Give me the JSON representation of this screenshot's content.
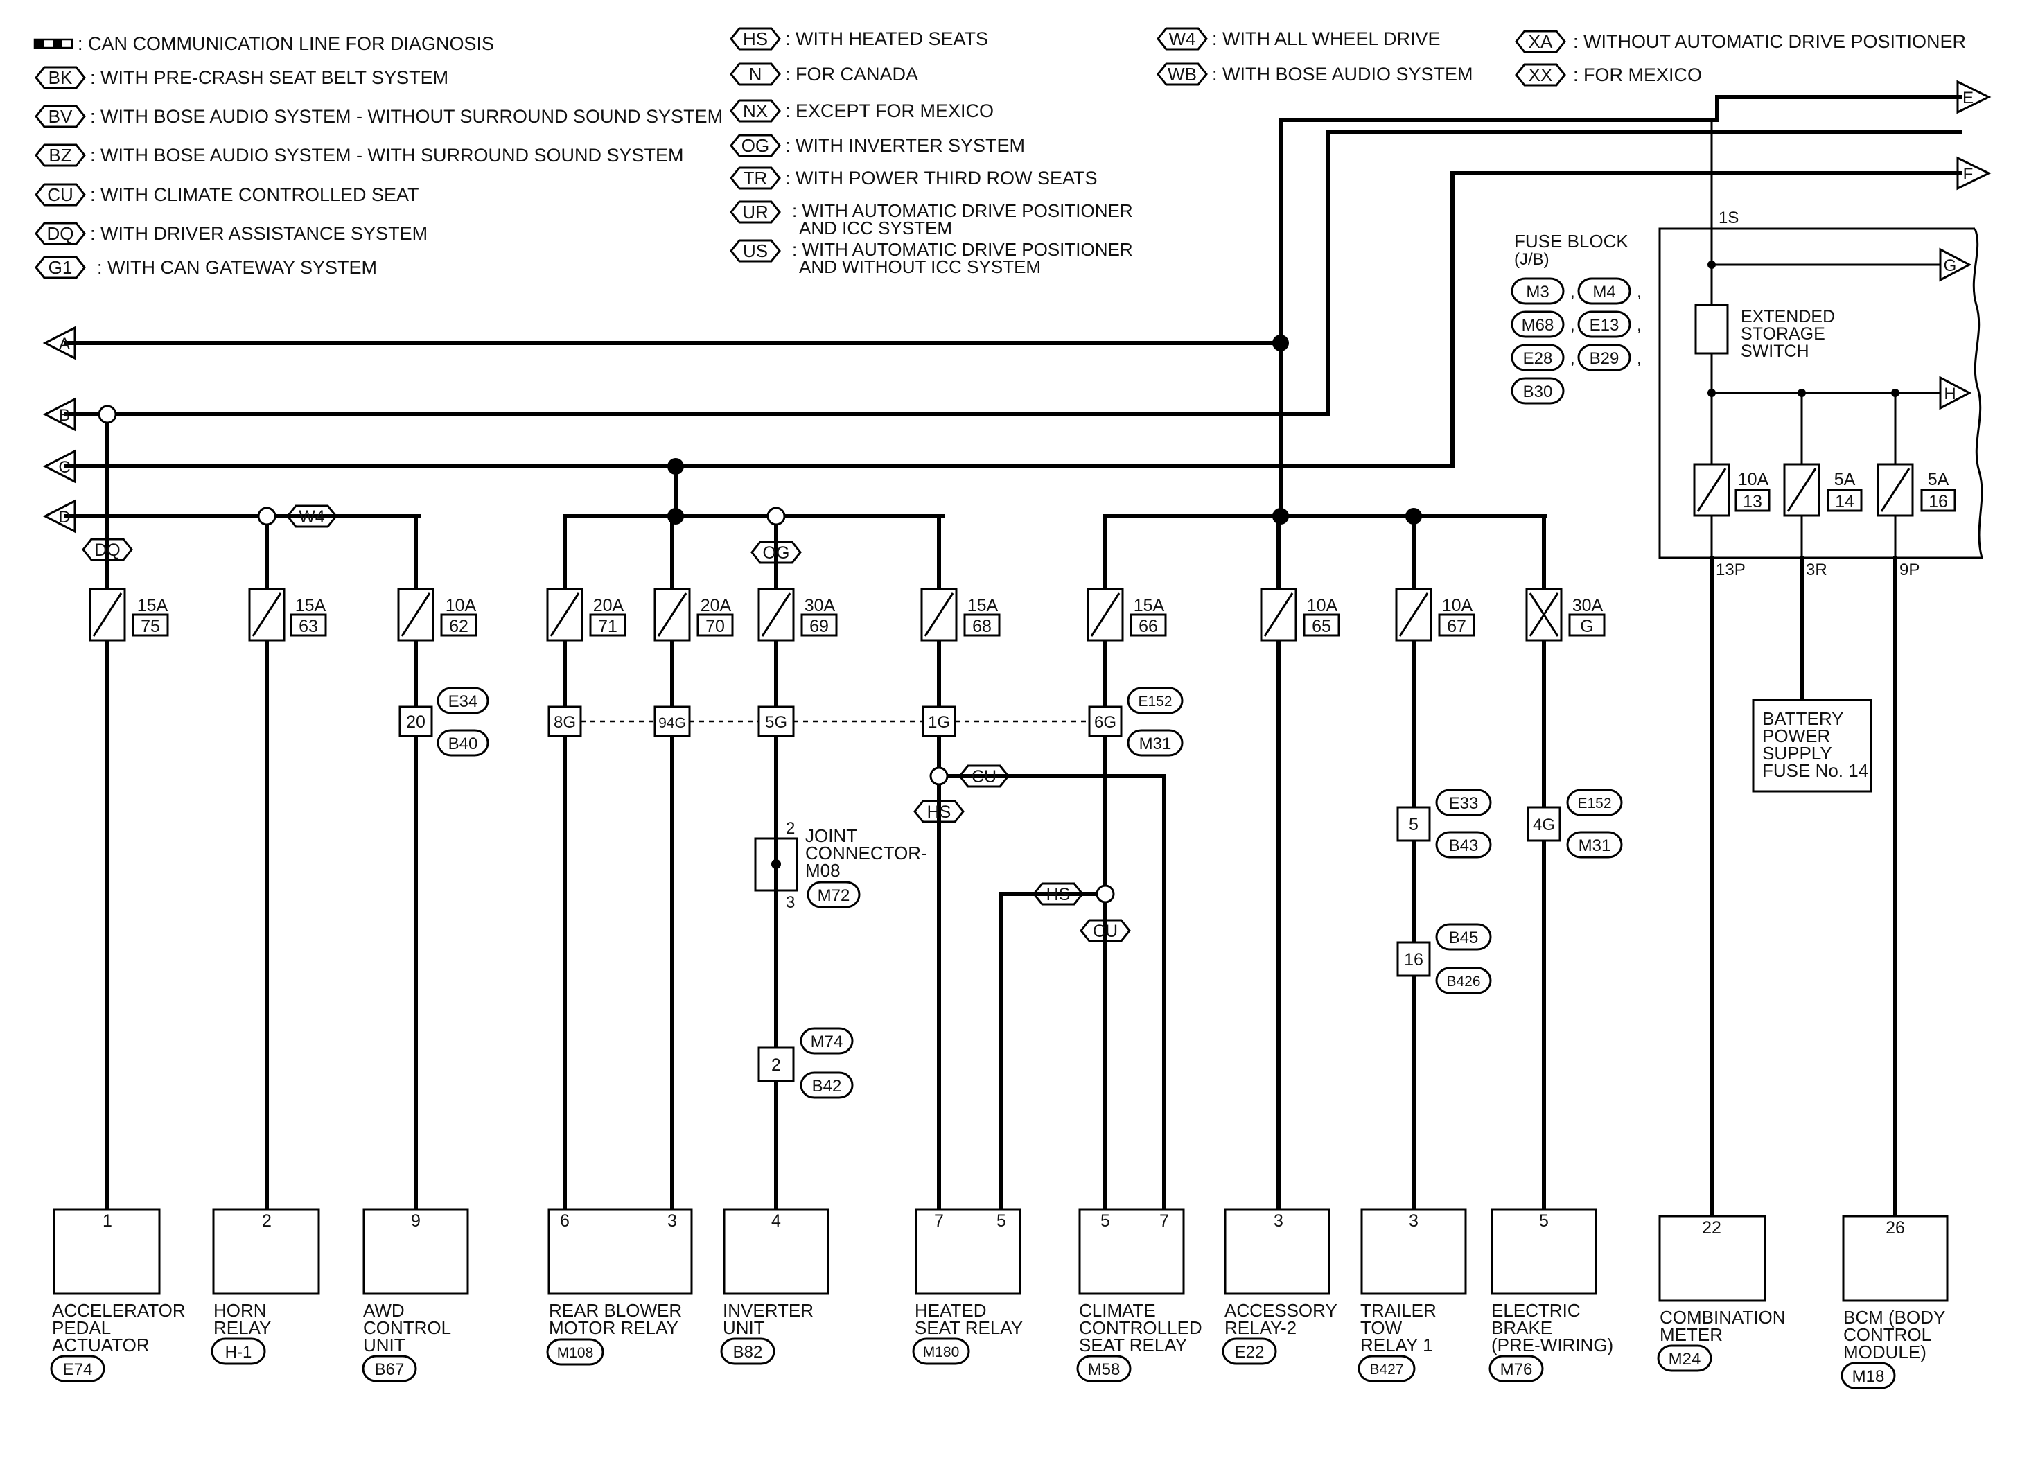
{
  "legend": [
    {
      "code": "",
      "text": ": CAN COMMUNICATION LINE FOR DIAGNOSIS"
    },
    {
      "code": "BK",
      "text": ": WITH PRE-CRASH SEAT BELT SYSTEM"
    },
    {
      "code": "BV",
      "text": ": WITH BOSE AUDIO SYSTEM - WITHOUT SURROUND SOUND SYSTEM"
    },
    {
      "code": "BZ",
      "text": ": WITH BOSE AUDIO SYSTEM - WITH SURROUND SOUND SYSTEM"
    },
    {
      "code": "CU",
      "text": ": WITH CLIMATE CONTROLLED SEAT"
    },
    {
      "code": "DQ",
      "text": ": WITH DRIVER ASSISTANCE SYSTEM"
    },
    {
      "code": "G1",
      "text": ": WITH CAN GATEWAY SYSTEM"
    },
    {
      "code": "HS",
      "text": ": WITH HEATED SEATS"
    },
    {
      "code": "N",
      "text": ": FOR CANADA"
    },
    {
      "code": "NX",
      "text": ": EXCEPT FOR MEXICO"
    },
    {
      "code": "OG",
      "text": ": WITH INVERTER SYSTEM"
    },
    {
      "code": "TR",
      "text": ": WITH POWER THIRD ROW SEATS"
    },
    {
      "code": "UR",
      "text": ": WITH AUTOMATIC DRIVE POSITIONER",
      "text2": "AND ICC SYSTEM"
    },
    {
      "code": "US",
      "text": ": WITH AUTOMATIC DRIVE POSITIONER",
      "text2": "AND WITHOUT ICC SYSTEM"
    },
    {
      "code": "W4",
      "text": ": WITH ALL WHEEL DRIVE"
    },
    {
      "code": "WB",
      "text": ": WITH BOSE AUDIO SYSTEM"
    },
    {
      "code": "XA",
      "text": ": WITHOUT AUTOMATIC DRIVE POSITIONER"
    },
    {
      "code": "XX",
      "text": ": FOR MEXICO"
    }
  ],
  "bus": {
    "A": "A",
    "B": "B",
    "C": "C",
    "D": "D",
    "E": "E",
    "F": "F",
    "G": "G",
    "H": "H"
  },
  "option_tags": {
    "dq": "DQ",
    "w4": "W4",
    "og": "OG",
    "cu1": "CU",
    "hs1": "HS",
    "hs2": "HS",
    "cu2": "CU"
  },
  "fuses": [
    {
      "amp": "15A",
      "num": "75"
    },
    {
      "amp": "15A",
      "num": "63"
    },
    {
      "amp": "10A",
      "num": "62"
    },
    {
      "amp": "20A",
      "num": "71"
    },
    {
      "amp": "20A",
      "num": "70"
    },
    {
      "amp": "30A",
      "num": "69"
    },
    {
      "amp": "15A",
      "num": "68"
    },
    {
      "amp": "15A",
      "num": "66"
    },
    {
      "amp": "10A",
      "num": "65"
    },
    {
      "amp": "10A",
      "num": "67"
    },
    {
      "amp": "30A",
      "num": "G"
    },
    {
      "amp": "10A",
      "num": "13"
    },
    {
      "amp": "5A",
      "num": "14"
    },
    {
      "amp": "5A",
      "num": "16"
    }
  ],
  "fuse_block": {
    "title": "FUSE BLOCK",
    "subtitle": "(J/B)",
    "connectors": [
      "M3",
      "M4",
      "M68",
      "E13",
      "E28",
      "B29",
      "B30"
    ],
    "switch_lines": [
      "EXTENDED",
      "STORAGE",
      "SWITCH"
    ],
    "terminals": {
      "in": "1S",
      "out1": "13P",
      "out2": "3R",
      "out3": "9P"
    }
  },
  "inline_connectors": {
    "c1": {
      "pin": "20",
      "top": "E34",
      "bottom": "B40"
    },
    "c2": {
      "pin": "8G"
    },
    "c3": {
      "pin": "94G"
    },
    "c4": {
      "pin": "5G"
    },
    "c5": {
      "pin": "1G"
    },
    "c6": {
      "pin": "6G",
      "top": "E152",
      "bottom": "M31"
    },
    "c7": {
      "pin": "5",
      "top": "E33",
      "bottom": "B43"
    },
    "c8": {
      "pin": "16",
      "top": "B45",
      "bottom": "B426"
    },
    "c9": {
      "pin": "4G",
      "top": "E152",
      "bottom": "M31"
    },
    "c10": {
      "pin": "2",
      "top": "M74",
      "bottom": "B42"
    }
  },
  "joint_connector": {
    "lines": [
      "JOINT",
      "CONNECTOR-",
      "M08"
    ],
    "connector": "M72",
    "pin_top": "2",
    "pin_bottom": "3"
  },
  "battery_box": [
    "BATTERY",
    "POWER",
    "SUPPLY",
    "FUSE No. 14"
  ],
  "components": [
    {
      "pins": [
        "1"
      ],
      "lines": [
        "ACCELERATOR",
        "PEDAL",
        "ACTUATOR"
      ],
      "connector": "E74"
    },
    {
      "pins": [
        "2"
      ],
      "lines": [
        "HORN",
        "RELAY"
      ],
      "connector": "H-1"
    },
    {
      "pins": [
        "9"
      ],
      "lines": [
        "AWD",
        "CONTROL",
        "UNIT"
      ],
      "connector": "B67"
    },
    {
      "pins": [
        "6",
        "3"
      ],
      "lines": [
        "REAR BLOWER",
        "MOTOR RELAY"
      ],
      "connector": "M108"
    },
    {
      "pins": [
        "4"
      ],
      "lines": [
        "INVERTER",
        "UNIT"
      ],
      "connector": "B82"
    },
    {
      "pins": [
        "7",
        "5"
      ],
      "lines": [
        "HEATED",
        "SEAT RELAY"
      ],
      "connector": "M180"
    },
    {
      "pins": [
        "5",
        "7"
      ],
      "lines": [
        "CLIMATE",
        "CONTROLLED",
        "SEAT RELAY"
      ],
      "connector": "M58"
    },
    {
      "pins": [
        "3"
      ],
      "lines": [
        "ACCESSORY",
        "RELAY-2"
      ],
      "connector": "E22"
    },
    {
      "pins": [
        "3"
      ],
      "lines": [
        "TRAILER",
        "TOW",
        "RELAY 1"
      ],
      "connector": "B427"
    },
    {
      "pins": [
        "5"
      ],
      "lines": [
        "ELECTRIC",
        "BRAKE",
        "(PRE-WIRING)"
      ],
      "connector": "M76"
    },
    {
      "pins": [
        "22"
      ],
      "lines": [
        "COMBINATION",
        "METER"
      ],
      "connector": "M24"
    },
    {
      "pins": [
        "26"
      ],
      "lines": [
        "BCM (BODY",
        "CONTROL",
        "MODULE)"
      ],
      "connector": "M18"
    }
  ]
}
